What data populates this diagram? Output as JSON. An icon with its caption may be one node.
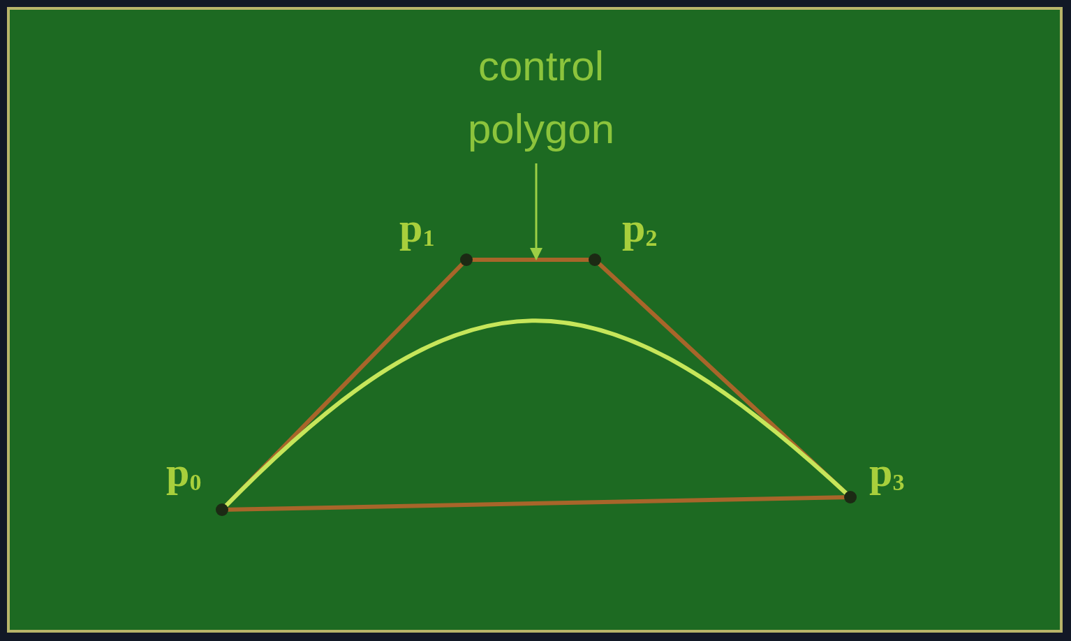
{
  "diagram": {
    "nodes": [
      {
        "text": [
          "control polygon"
        ]
      },
      {
        "text": [
          "p$_{1}$"
        ]
      },
      {
        "text": [
          "p$_{2}$"
        ]
      },
      {
        "text": [
          "p$_{0}$"
        ]
      },
      {
        "text": [
          "p$_{3}$"
        ]
      }
    ],
    "edges": [
      {
        "from": 3,
        "to": 1,
        "arrow": "none"
      },
      {
        "from": 1,
        "to": 2,
        "arrow": "none"
      },
      {
        "from": 2,
        "to": 4,
        "arrow": "none"
      },
      {
        "from": 4,
        "to": 3,
        "arrow": "none"
      },
      {
        "from": 3,
        "to": 4,
        "arrow": "none",
        "color": "#c6e65a"
      },
      {
        "from": 0,
        "to": null,
        "arrow": "to",
        "color": "#9ccf45"
      }
    ]
  }
}
